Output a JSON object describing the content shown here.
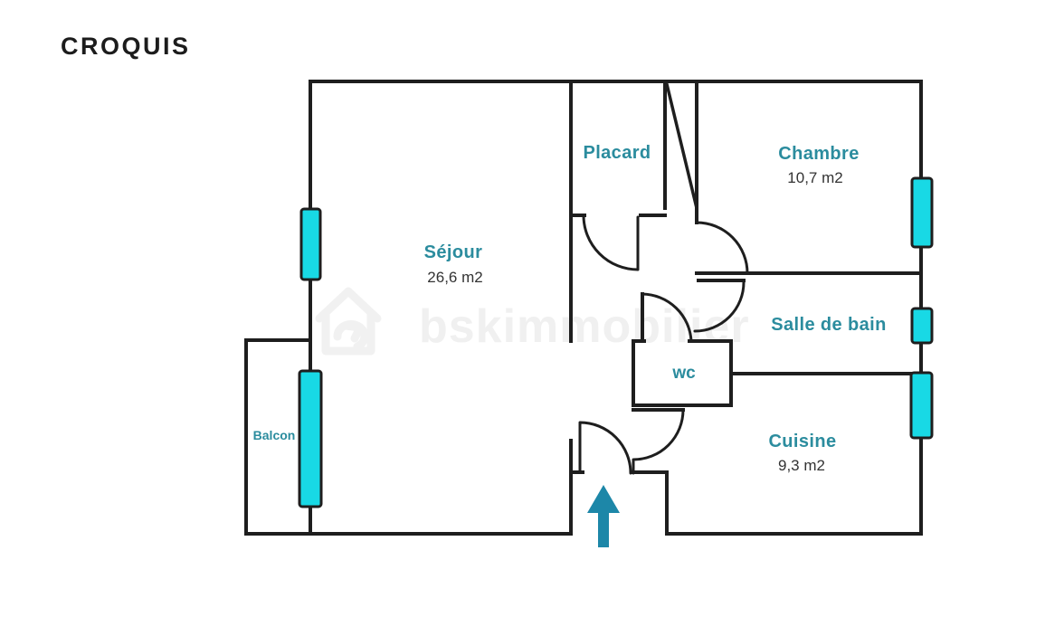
{
  "header": {
    "title": "CROQUIS"
  },
  "watermark": {
    "brand": "bskimmobilier",
    "logo_icon": "house-arrow-logo"
  },
  "plan": {
    "rooms": [
      {
        "key": "sejour",
        "label": "Séjour",
        "area": "26,6 m2"
      },
      {
        "key": "placard",
        "label": "Placard",
        "area": ""
      },
      {
        "key": "chambre",
        "label": "Chambre",
        "area": "10,7 m2"
      },
      {
        "key": "salle-de-bain",
        "label": "Salle de bain",
        "area": ""
      },
      {
        "key": "wc",
        "label": "wc",
        "area": ""
      },
      {
        "key": "cuisine",
        "label": "Cuisine",
        "area": "9,3 m2"
      },
      {
        "key": "balcon",
        "label": "Balcon",
        "area": ""
      }
    ],
    "entrance": {
      "arrow_icon": "up-arrow"
    }
  },
  "colors": {
    "wall": "#1e1e1e",
    "room_label_teal": "#2b8c9e",
    "window_cyan": "#18d9e5",
    "entrance_arrow": "#1d87a8",
    "area_text": "#333333",
    "watermark_gray": "#f0f0f0"
  }
}
